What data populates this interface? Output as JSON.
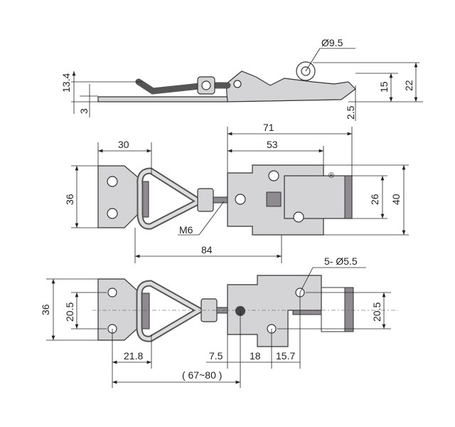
{
  "drawing": {
    "title": "Adjustable toggle latch technical drawing",
    "top_view": {
      "dia_hole": "Ø9.5",
      "h_13_4": "13.4",
      "h_3": "3",
      "h_15": "15",
      "h_22": "22",
      "h_2_5": "2.5"
    },
    "middle_view": {
      "w_71": "71",
      "w_53": "53",
      "w_30": "30",
      "h_36": "36",
      "h_26": "26",
      "h_40": "40",
      "thread": "M6",
      "w_84": "84",
      "registered_mark": "®"
    },
    "bottom_view": {
      "holes": "5- Ø5.5",
      "h_36": "36",
      "h_20_5_left": "20.5",
      "h_20_5_right": "20.5",
      "w_21_8": "21.8",
      "w_7_5": "7.5",
      "w_18": "18",
      "w_15_7": "15.7",
      "range": "( 67~80 )"
    }
  }
}
